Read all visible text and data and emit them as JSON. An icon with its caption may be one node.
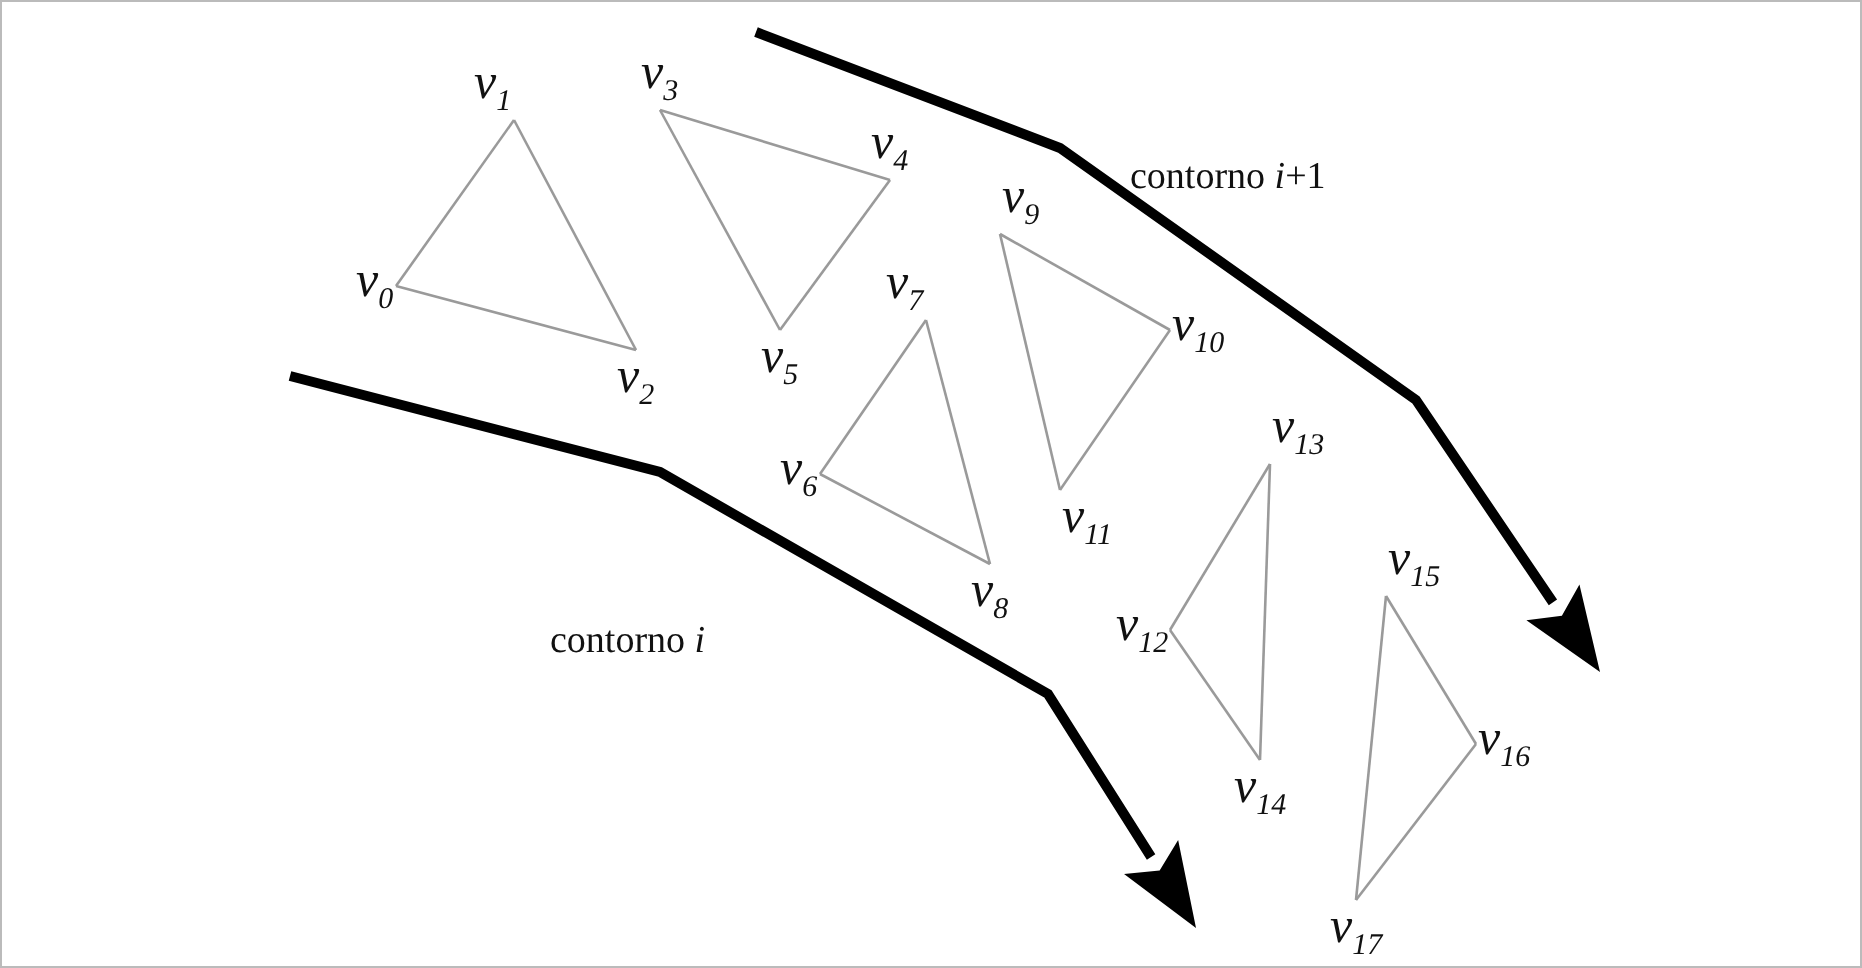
{
  "diagram": {
    "nodes": [
      {
        "text": [
          "v$_{0}$"
        ]
      },
      {
        "text": [
          "v$_{1}$"
        ]
      },
      {
        "text": [
          "v$_{2}$"
        ]
      },
      {
        "text": [
          "v$_{3}$"
        ]
      },
      {
        "text": [
          "v$_{4}$"
        ]
      },
      {
        "text": [
          "v$_{5}$"
        ]
      },
      {
        "text": [
          "v$_{6}$"
        ]
      },
      {
        "text": [
          "v$_{7}$"
        ]
      },
      {
        "text": [
          "v$_{8}$"
        ]
      },
      {
        "text": [
          "v$_{9}$"
        ]
      },
      {
        "text": [
          "v$_{10}$"
        ]
      },
      {
        "text": [
          "v$_{11}$"
        ]
      },
      {
        "text": [
          "v$_{12}$"
        ]
      },
      {
        "text": [
          "v$_{13}$"
        ]
      },
      {
        "text": [
          "v$_{14}$"
        ]
      },
      {
        "text": [
          "v$_{15}$"
        ]
      },
      {
        "text": [
          "v$_{16}$"
        ]
      },
      {
        "text": [
          "v$_{17}$"
        ]
      }
    ],
    "edges": [
      {
        "from": 0,
        "to": 1,
        "arrow": "none"
      },
      {
        "from": 1,
        "to": 2,
        "arrow": "none"
      },
      {
        "from": 0,
        "to": 2,
        "arrow": "none"
      },
      {
        "from": 3,
        "to": 4,
        "arrow": "none"
      },
      {
        "from": 4,
        "to": 5,
        "arrow": "none"
      },
      {
        "from": 3,
        "to": 5,
        "arrow": "none"
      },
      {
        "from": 7,
        "to": 6,
        "arrow": "none"
      },
      {
        "from": 6,
        "to": 8,
        "arrow": "none"
      },
      {
        "from": 7,
        "to": 8,
        "arrow": "none"
      },
      {
        "from": 9,
        "to": 10,
        "arrow": "none"
      },
      {
        "from": 10,
        "to": 11,
        "arrow": "none"
      },
      {
        "from": 9,
        "to": 11,
        "arrow": "none"
      },
      {
        "from": 13,
        "to": 12,
        "arrow": "none"
      },
      {
        "from": 12,
        "to": 14,
        "arrow": "none"
      },
      {
        "from": 13,
        "to": 14,
        "arrow": "none"
      },
      {
        "from": 15,
        "to": 16,
        "arrow": "none"
      },
      {
        "from": 16,
        "to": 17,
        "arrow": "none"
      },
      {
        "from": 15,
        "to": 17,
        "arrow": "none"
      }
    ],
    "labels": [
      "contorno *i*+1",
      "contorno *i*"
    ]
  }
}
